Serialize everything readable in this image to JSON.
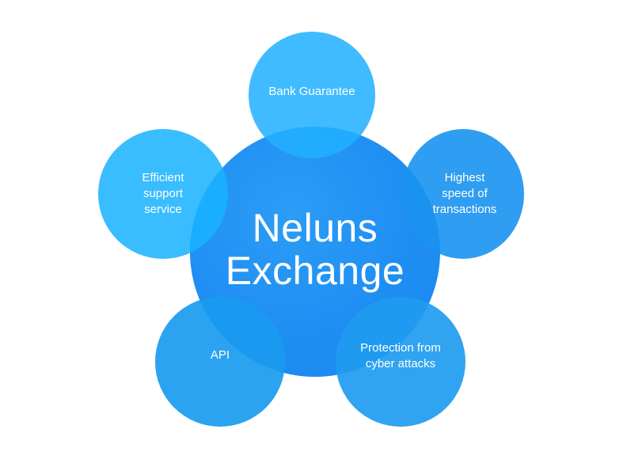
{
  "diagram": {
    "center": {
      "title": "Neluns\nExchange",
      "color": "#1f8ef3"
    },
    "satellites": {
      "bank": {
        "label": "Bank Guarantee"
      },
      "support": {
        "label": "Efficient\nsupport\nservice"
      },
      "speed": {
        "label": "Highest\nspeed of\ntransactions"
      },
      "api": {
        "label": "API"
      },
      "protection": {
        "label": "Protection from\ncyber attacks"
      }
    },
    "satellite_color": "#1aaaff"
  }
}
